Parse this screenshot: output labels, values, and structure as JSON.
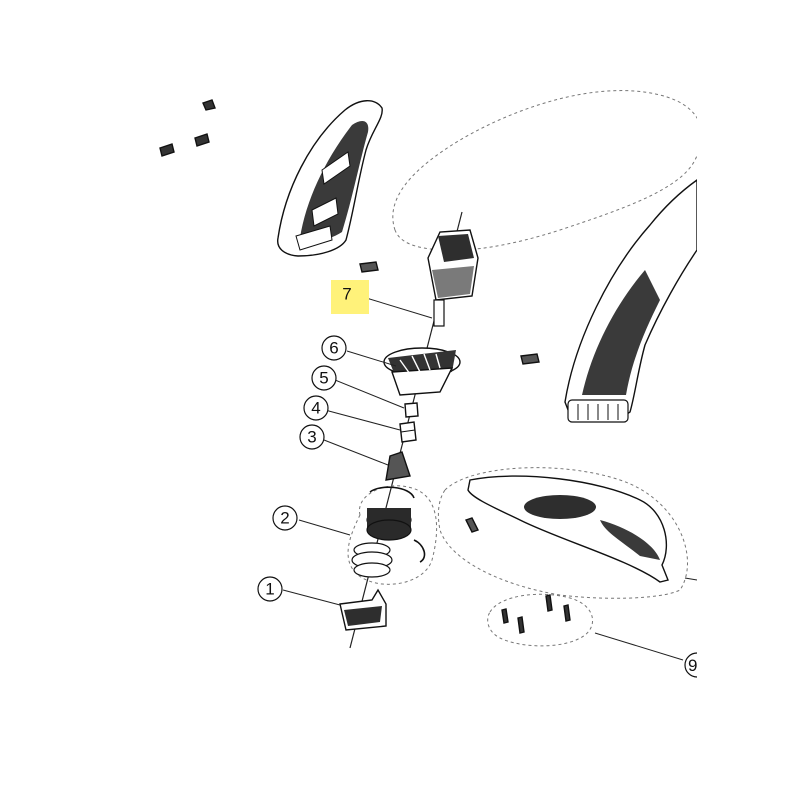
{
  "diagram": {
    "callouts": [
      {
        "id": "1",
        "label": "1"
      },
      {
        "id": "2",
        "label": "2"
      },
      {
        "id": "3",
        "label": "3"
      },
      {
        "id": "4",
        "label": "4"
      },
      {
        "id": "5",
        "label": "5"
      },
      {
        "id": "6",
        "label": "6"
      },
      {
        "id": "7",
        "label": "7",
        "highlighted": true
      },
      {
        "id": "9",
        "label": "9",
        "partially_visible": true
      }
    ],
    "highlight_color": "#fff27a",
    "line_color": "#222222"
  }
}
